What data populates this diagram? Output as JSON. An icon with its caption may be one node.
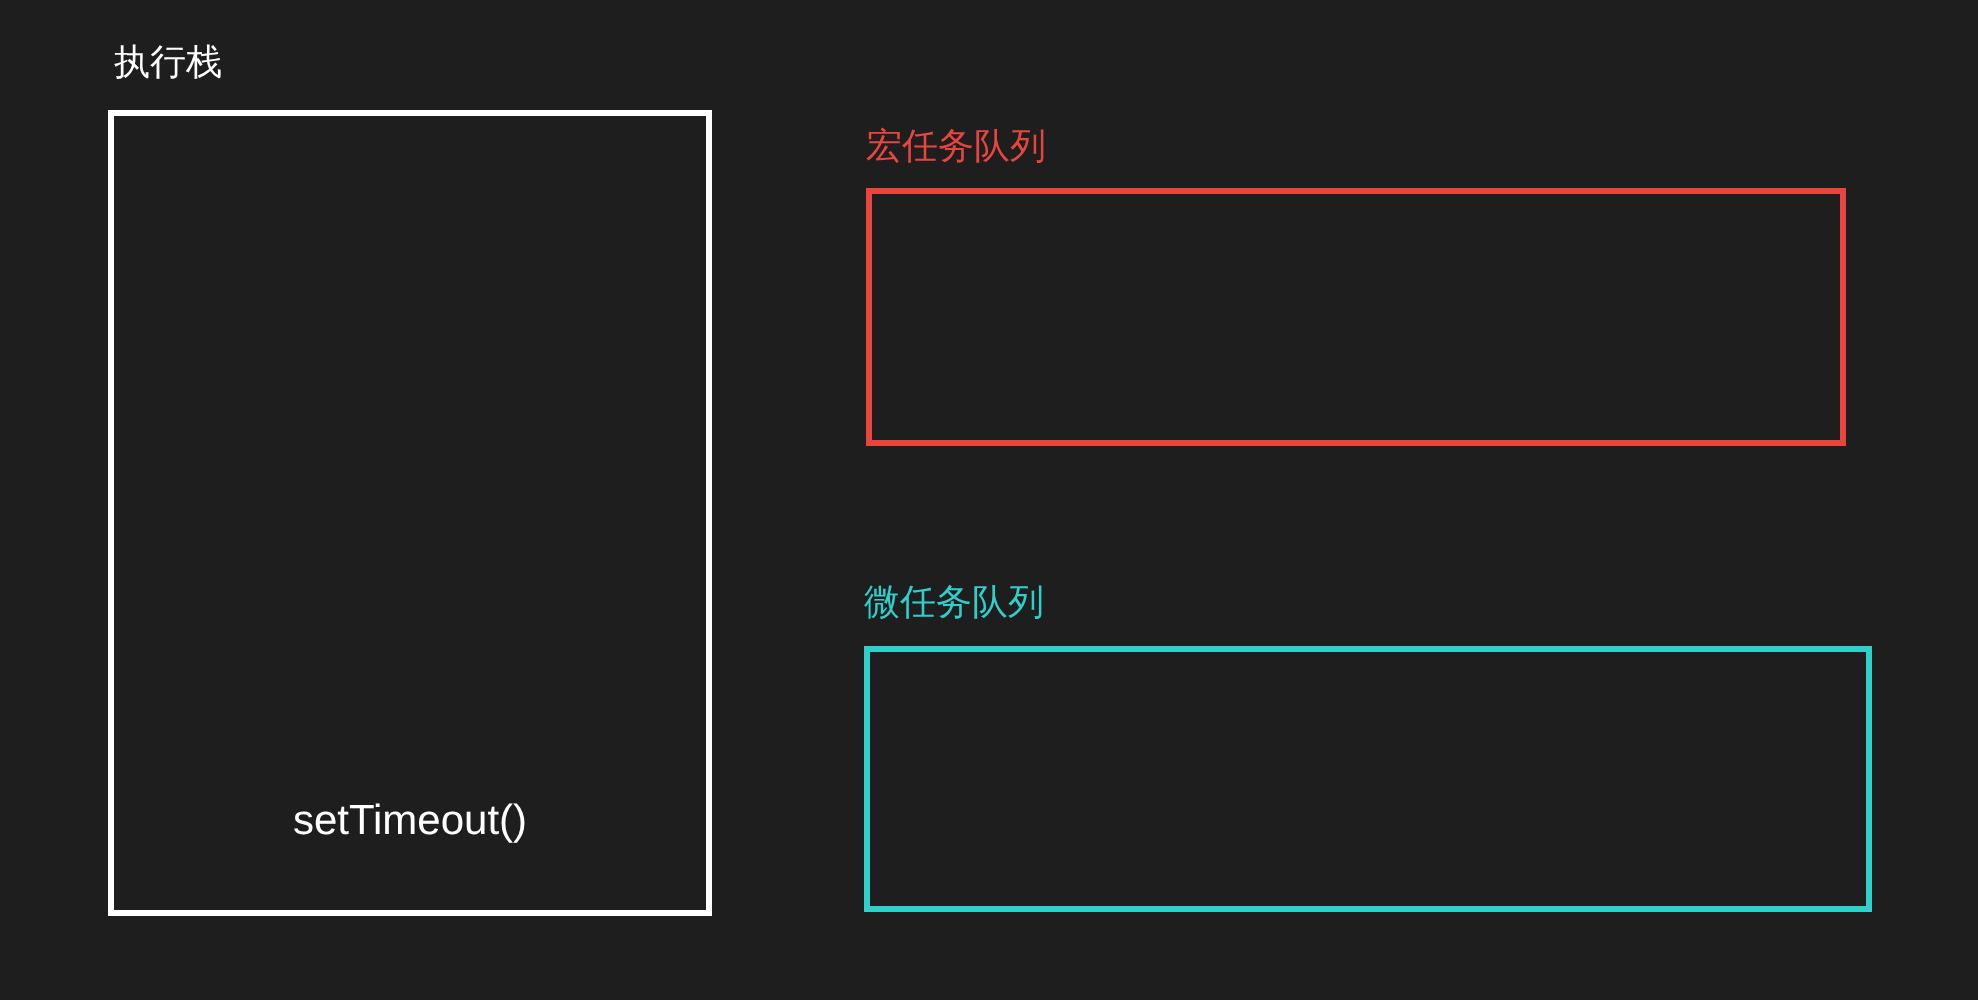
{
  "diagram": {
    "nodes": [
      {
        "text": [
          "执行栈",
          "setTimeout()"
        ]
      },
      {
        "text": [
          "宏任务队列"
        ]
      },
      {
        "text": [
          "微任务队列"
        ]
      }
    ]
  }
}
